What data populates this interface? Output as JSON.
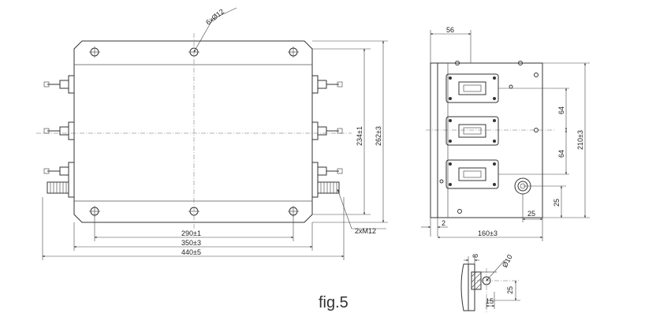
{
  "figure": {
    "caption": "fig.5"
  },
  "front_view": {
    "holes": "6xØ12",
    "height_inner": "234±1",
    "height_outer": "262±3",
    "terminal": "2xM12",
    "width_holes": "290±1",
    "width_body": "350±3",
    "width_total": "440±5"
  },
  "side_view": {
    "top": "56",
    "spacing_upper": "64",
    "spacing_lower": "64",
    "height": "210±3",
    "ground_offset_v": "25",
    "ground_offset_h": "25",
    "gap": "2",
    "depth": "160±3"
  },
  "detail_view": {
    "hole": "Ø10",
    "offset_h": "15",
    "offset_v": "25",
    "thickness": "8"
  }
}
